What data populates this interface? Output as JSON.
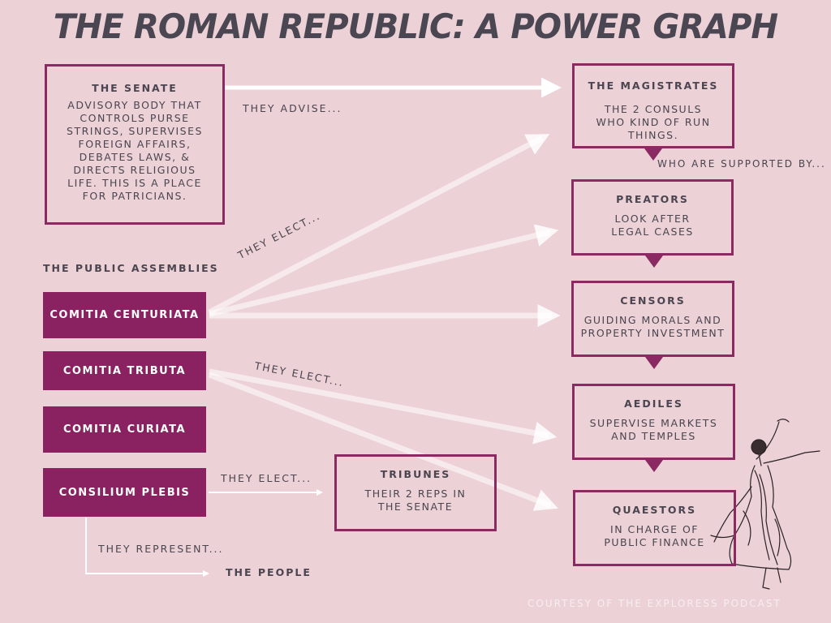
{
  "title": "THE ROMAN REPUBLIC: A POWER GRAPH",
  "senate": {
    "heading": "THE SENATE",
    "body": "ADVISORY BODY THAT CONTROLS PURSE STRINGS, SUPERVISES FOREIGN AFFAIRS, DEBATES LAWS, & DIRECTS RELIGIOUS LIFE. THIS IS A PLACE FOR PATRICIANS."
  },
  "assemblies_heading": "THE PUBLIC ASSEMBLIES",
  "assemblies": [
    "COMITIA CENTURIATA",
    "COMITIA TRIBUTA",
    "COMITIA CURIATA",
    "CONSILIUM PLEBIS"
  ],
  "offices": [
    {
      "heading": "THE MAGISTRATES",
      "body": "THE 2 CONSULS WHO KIND OF RUN THINGS."
    },
    {
      "heading": "PREATORS",
      "body": "LOOK AFTER LEGAL CASES"
    },
    {
      "heading": "CENSORS",
      "body": "GUIDING MORALS AND PROPERTY INVESTMENT"
    },
    {
      "heading": "AEDILES",
      "body": "SUPERVISE MARKETS AND TEMPLES"
    },
    {
      "heading": "QUAESTORS",
      "body": "IN CHARGE OF PUBLIC FINANCE"
    }
  ],
  "tribunes": {
    "heading": "TRIBUNES",
    "body": "THEIR 2 REPS IN THE SENATE"
  },
  "labels": {
    "they_advise": "THEY ADVISE...",
    "supported_by": "WHO ARE SUPPORTED BY...",
    "they_elect_1": "THEY ELECT...",
    "they_elect_2": "THEY ELECT...",
    "they_elect_3": "THEY ELECT...",
    "they_represent": "THEY REPRESENT...",
    "the_people": "THE PEOPLE"
  },
  "credit": "COURTESY OF THE EXPLORESS PODCAST",
  "colors": {
    "background": "#ecd1d6",
    "accent": "#8a2160",
    "text": "#4a4550",
    "arrow": "#ffffff"
  },
  "illustration": "dancing-woman-engraving"
}
